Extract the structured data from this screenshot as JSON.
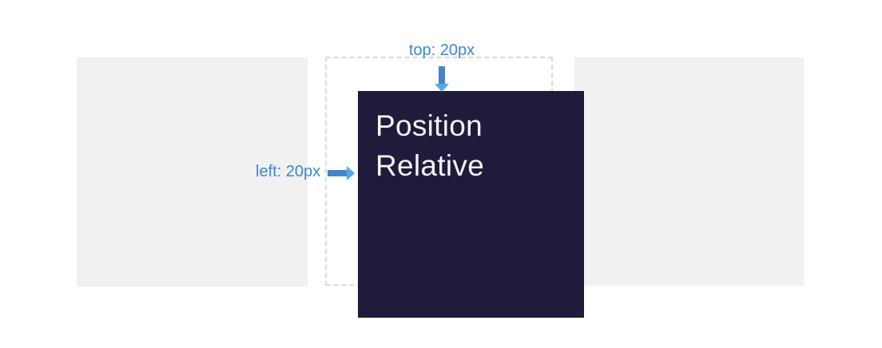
{
  "diagram": {
    "relative_box": {
      "label": "Position Relative"
    },
    "annotations": {
      "top_label": "top: 20px",
      "left_label": "left: 20px"
    },
    "colors": {
      "background": "#ffffff",
      "sibling_box": "#f1f1f2",
      "relative_box": "#1e1c3a",
      "relative_box_text": "#f4f4f6",
      "dashed_outline": "#d8d8da",
      "annotation_blue": "#3d87d0",
      "arrow_blue": "#4584c7",
      "arrow_head_blue": "#55a9e8"
    }
  }
}
